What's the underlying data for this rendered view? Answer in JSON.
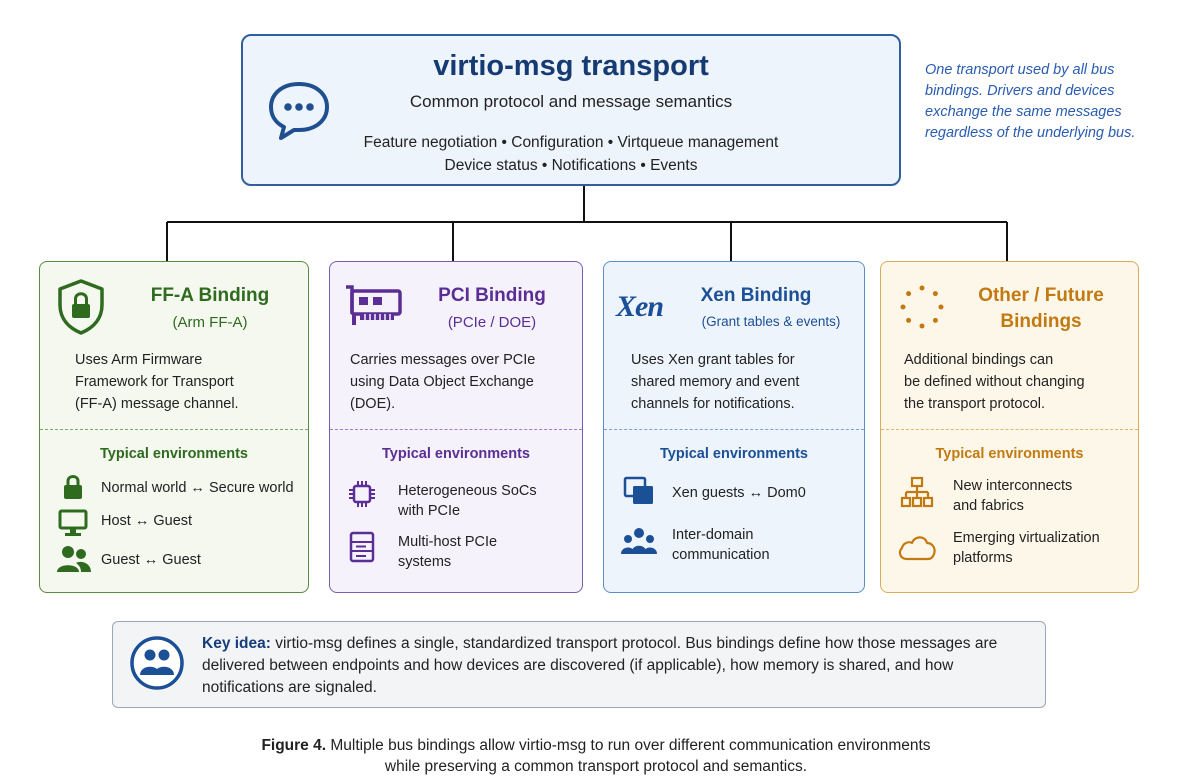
{
  "top": {
    "title": "virtio-msg transport",
    "subtitle": "Common protocol and message semantics",
    "features_line1": "Feature negotiation • Configuration • Virtqueue management",
    "features_line2": "Device status • Notifications • Events",
    "icon": "chat-bubble-icon"
  },
  "side_note": "One transport used by all bus bindings. Drivers and devices exchange the same messages regardless of the underlying bus.",
  "env_heading": "Typical environments",
  "bindings": [
    {
      "title": "FF-A Binding",
      "subtitle": "(Arm FF-A)",
      "icon": "shield-lock-icon",
      "desc": [
        "Uses Arm Firmware",
        "Framework for Transport",
        "(FF-A) message channel."
      ],
      "envs": [
        {
          "icon": "lock-icon",
          "text": [
            "Normal world ↔ Secure world"
          ]
        },
        {
          "icon": "monitor-icon",
          "text": [
            "Host ↔ Guest"
          ]
        },
        {
          "icon": "users-icon",
          "text": [
            "Guest ↔ Guest"
          ]
        }
      ]
    },
    {
      "title": "PCI Binding",
      "subtitle": "(PCIe / DOE)",
      "icon": "pci-card-icon",
      "desc": [
        "Carries messages over PCIe",
        "using Data Object Exchange",
        "(DOE)."
      ],
      "envs": [
        {
          "icon": "chip-icon",
          "text": [
            "Heterogeneous SoCs",
            "with PCIe"
          ]
        },
        {
          "icon": "server-icon",
          "text": [
            "Multi-host PCIe",
            "systems"
          ]
        }
      ]
    },
    {
      "title": "Xen Binding",
      "subtitle": "(Grant tables & events)",
      "icon": "xen-logo",
      "logo_text": "Xen",
      "desc": [
        "Uses Xen grant tables for",
        "shared memory and event",
        "channels for notifications."
      ],
      "envs": [
        {
          "icon": "windows-stack-icon",
          "text": [
            "Xen guests ↔ Dom0"
          ]
        },
        {
          "icon": "group-icon",
          "text": [
            "Inter-domain",
            "communication"
          ]
        }
      ]
    },
    {
      "title_line1": "Other / Future",
      "title_line2": "Bindings",
      "icon": "dotted-circle-icon",
      "desc": [
        "Additional bindings can",
        "be defined without changing",
        "the transport protocol."
      ],
      "envs": [
        {
          "icon": "network-tree-icon",
          "text": [
            "New interconnects",
            "and fabrics"
          ]
        },
        {
          "icon": "cloud-icon",
          "text": [
            "Emerging virtualization",
            "platforms"
          ]
        }
      ]
    }
  ],
  "key_idea": {
    "label": "Key idea:",
    "text": " virtio-msg defines a single, standardized transport protocol. Bus bindings define how those messages are delivered between endpoints and how devices are discovered (if applicable), how memory is shared, and how notifications are signaled.",
    "icon": "people-circle-icon"
  },
  "caption": {
    "label": "Figure 4.",
    "line1": " Multiple bus bindings allow virtio-msg to run over different communication environments",
    "line2": "while preserving a common transport protocol and semantics."
  },
  "colors": {
    "transport": "#2f5f9e",
    "ffa": "#2f6b1f",
    "pci": "#5a2e95",
    "xen": "#1b4f96",
    "future": "#c27a10"
  }
}
